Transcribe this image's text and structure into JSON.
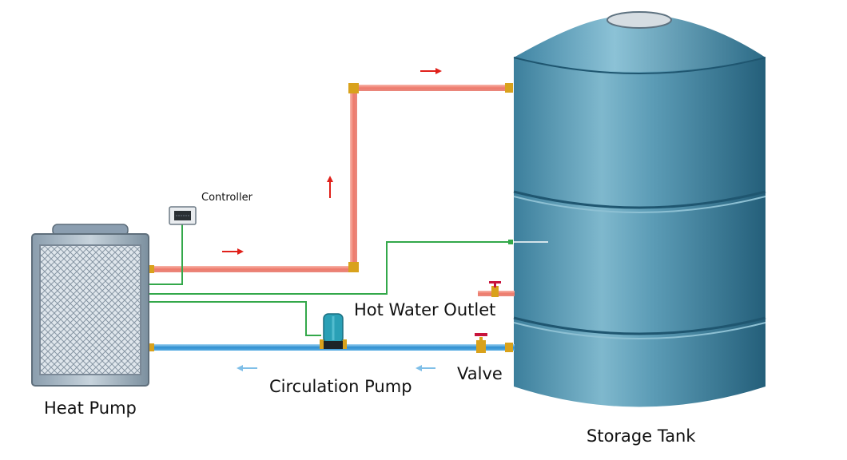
{
  "labels": {
    "controller": "Controller",
    "heat_pump": "Heat Pump",
    "hot_water_outlet": "Hot Water Outlet",
    "circulation_pump": "Circulation Pump",
    "valve": "Valve",
    "storage_tank": "Storage Tank"
  },
  "colors": {
    "hot_pipe": "#f0877a",
    "cold_pipe": "#4aa3df",
    "signal_wire": "#33a84a",
    "tank": "#2f6f8c",
    "hot_arrow": "#e0201a",
    "cold_arrow": "#7fbfe8",
    "fitting": "#d9a21c",
    "valve_handle": "#c8143c"
  },
  "icons": [
    "heat-pump-unit",
    "controller-icon",
    "circulation-pump-icon",
    "valve-icon",
    "storage-tank"
  ]
}
